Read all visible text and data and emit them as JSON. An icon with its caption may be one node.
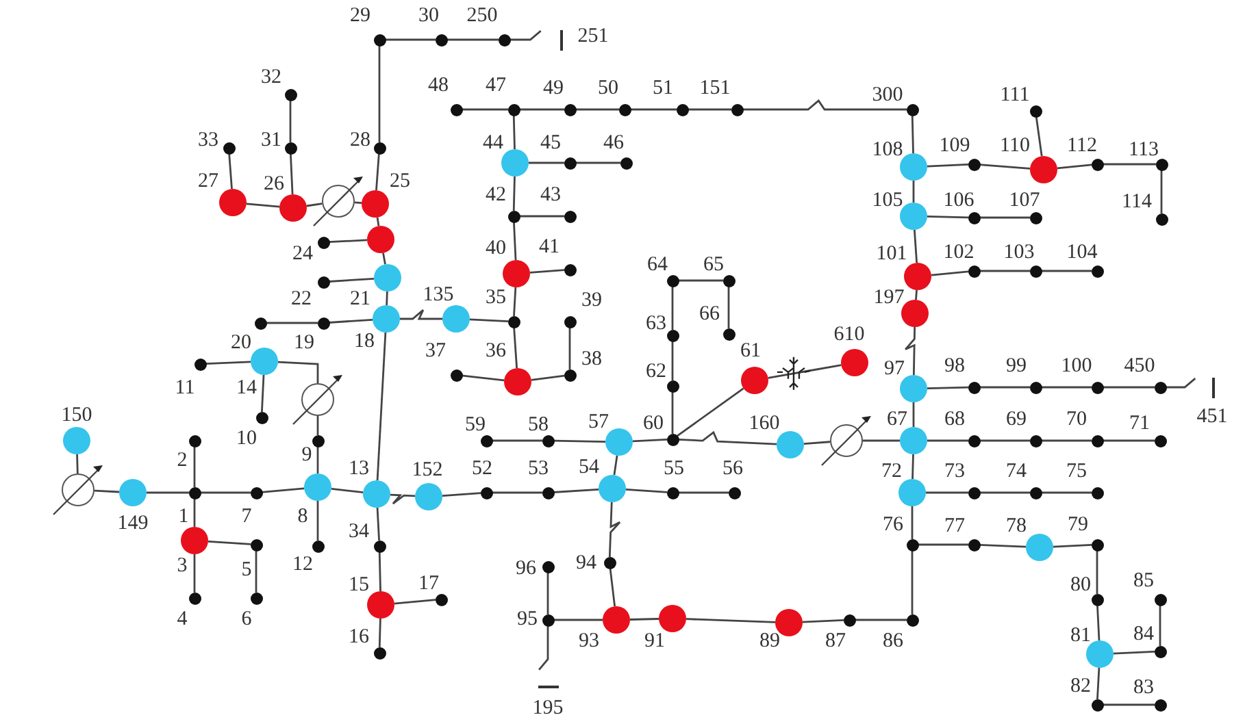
{
  "diagram": {
    "nodes": [
      {
        "text": [
          "29"
        ]
      },
      {
        "text": [
          "30"
        ]
      },
      {
        "text": [
          "250"
        ]
      },
      {
        "text": [
          "251"
        ]
      },
      {
        "text": [
          "32"
        ]
      },
      {
        "text": [
          "48"
        ]
      },
      {
        "text": [
          "47"
        ]
      },
      {
        "text": [
          "49"
        ]
      },
      {
        "text": [
          "50"
        ]
      },
      {
        "text": [
          "51"
        ]
      },
      {
        "text": [
          "151"
        ]
      },
      {
        "text": [
          "300"
        ]
      },
      {
        "text": [
          "111"
        ]
      },
      {
        "text": [
          "33"
        ]
      },
      {
        "text": [
          "31"
        ]
      },
      {
        "text": [
          "28"
        ]
      },
      {
        "text": [
          "44"
        ]
      },
      {
        "text": [
          "45"
        ]
      },
      {
        "text": [
          "46"
        ]
      },
      {
        "text": [
          "108"
        ]
      },
      {
        "text": [
          "109"
        ]
      },
      {
        "text": [
          "110"
        ]
      },
      {
        "text": [
          "112"
        ]
      },
      {
        "text": [
          "113"
        ]
      },
      {
        "text": [
          "27"
        ]
      },
      {
        "text": [
          "26"
        ]
      },
      {
        "text": [],
        "shape": "circle"
      },
      {
        "text": [
          "25"
        ]
      },
      {
        "text": [
          "42"
        ]
      },
      {
        "text": [
          "43"
        ]
      },
      {
        "text": [
          "105"
        ]
      },
      {
        "text": [
          "106"
        ]
      },
      {
        "text": [
          "107"
        ]
      },
      {
        "text": [
          "114"
        ]
      },
      {
        "text": [
          "24"
        ]
      },
      {
        "text": [],
        "shape": "circle"
      },
      {
        "text": [
          "40"
        ]
      },
      {
        "text": [
          "41"
        ]
      },
      {
        "text": [
          "101"
        ]
      },
      {
        "text": [
          "102"
        ]
      },
      {
        "text": [
          "103"
        ]
      },
      {
        "text": [
          "104"
        ]
      },
      {
        "text": [
          "21"
        ]
      },
      {
        "text": [
          "22"
        ]
      },
      {
        "text": [
          "64"
        ]
      },
      {
        "text": [
          "65"
        ]
      },
      {
        "text": [
          "197"
        ]
      },
      {
        "text": [
          "18"
        ]
      },
      {
        "text": [
          "19"
        ]
      },
      {
        "text": [
          "20"
        ]
      },
      {
        "text": [
          "135"
        ]
      },
      {
        "text": [
          "35"
        ]
      },
      {
        "text": [
          "39"
        ]
      },
      {
        "text": [
          "63"
        ]
      },
      {
        "text": [
          "66"
        ]
      },
      {
        "text": [
          "610"
        ]
      },
      {
        "text": [
          "61"
        ]
      },
      {
        "text": [
          "11"
        ]
      },
      {
        "text": [
          "14"
        ]
      },
      {
        "text": [],
        "shape": "circle"
      },
      {
        "text": [
          "37"
        ]
      },
      {
        "text": [
          "36"
        ]
      },
      {
        "text": [
          "38"
        ]
      },
      {
        "text": [
          "62"
        ]
      },
      {
        "text": [
          "97"
        ]
      },
      {
        "text": [
          "98"
        ]
      },
      {
        "text": [
          "99"
        ]
      },
      {
        "text": [
          "100"
        ]
      },
      {
        "text": [
          "450"
        ]
      },
      {
        "text": [
          "451"
        ]
      },
      {
        "text": [
          "10"
        ]
      },
      {
        "text": [
          "150"
        ]
      },
      {
        "text": [
          "2"
        ]
      },
      {
        "text": [
          "9"
        ]
      },
      {
        "text": [
          "59"
        ]
      },
      {
        "text": [
          "58"
        ]
      },
      {
        "text": [
          "57"
        ]
      },
      {
        "text": [
          "60"
        ]
      },
      {
        "text": [
          "160"
        ]
      },
      {
        "text": [],
        "shape": "circle"
      },
      {
        "text": [
          "67"
        ]
      },
      {
        "text": [
          "68"
        ]
      },
      {
        "text": [
          "69"
        ]
      },
      {
        "text": [
          "70"
        ]
      },
      {
        "text": [
          "71"
        ]
      },
      {
        "text": [],
        "shape": "circle"
      },
      {
        "text": [
          "149"
        ]
      },
      {
        "text": [
          "1"
        ]
      },
      {
        "text": [
          "7"
        ]
      },
      {
        "text": [
          "8"
        ]
      },
      {
        "text": [
          "13"
        ]
      },
      {
        "text": [
          "152"
        ]
      },
      {
        "text": [
          "52"
        ]
      },
      {
        "text": [
          "53"
        ]
      },
      {
        "text": [
          "54"
        ]
      },
      {
        "text": [
          "55"
        ]
      },
      {
        "text": [
          "56"
        ]
      },
      {
        "text": [
          "72"
        ]
      },
      {
        "text": [
          "73"
        ]
      },
      {
        "text": [
          "74"
        ]
      },
      {
        "text": [
          "75"
        ]
      },
      {
        "text": [
          "3"
        ]
      },
      {
        "text": [
          "5"
        ]
      },
      {
        "text": [
          "12"
        ]
      },
      {
        "text": [
          "34"
        ]
      },
      {
        "text": [
          "76"
        ]
      },
      {
        "text": [
          "77"
        ]
      },
      {
        "text": [
          "78"
        ]
      },
      {
        "text": [
          "79"
        ]
      },
      {
        "text": [
          "94"
        ]
      },
      {
        "text": [
          "96"
        ]
      },
      {
        "text": [
          "4"
        ]
      },
      {
        "text": [
          "6"
        ]
      },
      {
        "text": [
          "15"
        ]
      },
      {
        "text": [
          "17"
        ]
      },
      {
        "text": [
          "80"
        ]
      },
      {
        "text": [
          "85"
        ]
      },
      {
        "text": [
          "95"
        ]
      },
      {
        "text": [
          "93"
        ]
      },
      {
        "text": [
          "91"
        ]
      },
      {
        "text": [
          "89"
        ]
      },
      {
        "text": [
          "87"
        ]
      },
      {
        "text": [
          "86"
        ]
      },
      {
        "text": [
          "16"
        ]
      },
      {
        "text": [
          "81"
        ]
      },
      {
        "text": [
          "84"
        ]
      },
      {
        "text": [
          "82"
        ]
      },
      {
        "text": [
          "83"
        ]
      },
      {
        "text": [
          "195"
        ]
      }
    ],
    "edges": [
      {
        "from": 0,
        "to": 1,
        "arrow": "none"
      },
      {
        "from": 1,
        "to": 2,
        "arrow": "none"
      },
      {
        "from": 2,
        "to": 3,
        "arrow": "none"
      },
      {
        "from": 0,
        "to": 15,
        "arrow": "none"
      },
      {
        "from": 15,
        "to": 27,
        "arrow": "none"
      },
      {
        "from": 4,
        "to": 14,
        "arrow": "none"
      },
      {
        "from": 14,
        "to": 25,
        "arrow": "none"
      },
      {
        "from": 13,
        "to": 24,
        "arrow": "none"
      },
      {
        "from": 24,
        "to": 25,
        "arrow": "none"
      },
      {
        "from": 25,
        "to": 26,
        "arrow": "none"
      },
      {
        "from": 26,
        "to": 27,
        "arrow": "none"
      },
      {
        "from": 27,
        "to": 35,
        "arrow": "none"
      },
      {
        "from": 35,
        "to": 34,
        "arrow": "none"
      },
      {
        "from": 35,
        "to": 42,
        "arrow": "none"
      },
      {
        "from": 42,
        "to": 43,
        "arrow": "none"
      },
      {
        "from": 42,
        "to": 47,
        "arrow": "none"
      },
      {
        "from": 47,
        "to": 48,
        "arrow": "none"
      },
      {
        "from": 48,
        "to": 49,
        "arrow": "none"
      },
      {
        "from": 47,
        "to": 50,
        "arrow": "none"
      },
      {
        "from": 47,
        "to": 90,
        "arrow": "none"
      },
      {
        "from": 50,
        "to": 51,
        "arrow": "none"
      },
      {
        "from": 51,
        "to": 61,
        "arrow": "none"
      },
      {
        "from": 61,
        "to": 60,
        "arrow": "none"
      },
      {
        "from": 61,
        "to": 62,
        "arrow": "none"
      },
      {
        "from": 62,
        "to": 52,
        "arrow": "none"
      },
      {
        "from": 51,
        "to": 36,
        "arrow": "none"
      },
      {
        "from": 36,
        "to": 37,
        "arrow": "none"
      },
      {
        "from": 36,
        "to": 28,
        "arrow": "none"
      },
      {
        "from": 28,
        "to": 29,
        "arrow": "none"
      },
      {
        "from": 28,
        "to": 16,
        "arrow": "none"
      },
      {
        "from": 16,
        "to": 17,
        "arrow": "none"
      },
      {
        "from": 17,
        "to": 18,
        "arrow": "none"
      },
      {
        "from": 16,
        "to": 6,
        "arrow": "none"
      },
      {
        "from": 6,
        "to": 5,
        "arrow": "none"
      },
      {
        "from": 6,
        "to": 7,
        "arrow": "none"
      },
      {
        "from": 7,
        "to": 8,
        "arrow": "none"
      },
      {
        "from": 8,
        "to": 9,
        "arrow": "none"
      },
      {
        "from": 9,
        "to": 10,
        "arrow": "none"
      },
      {
        "from": 10,
        "to": 11,
        "arrow": "none"
      },
      {
        "from": 11,
        "to": 19,
        "arrow": "none"
      },
      {
        "from": 19,
        "to": 20,
        "arrow": "none"
      },
      {
        "from": 20,
        "to": 21,
        "arrow": "none"
      },
      {
        "from": 21,
        "to": 12,
        "arrow": "none"
      },
      {
        "from": 21,
        "to": 22,
        "arrow": "none"
      },
      {
        "from": 22,
        "to": 23,
        "arrow": "none"
      },
      {
        "from": 23,
        "to": 33,
        "arrow": "none"
      },
      {
        "from": 19,
        "to": 30,
        "arrow": "none"
      },
      {
        "from": 30,
        "to": 31,
        "arrow": "none"
      },
      {
        "from": 31,
        "to": 32,
        "arrow": "none"
      },
      {
        "from": 30,
        "to": 38,
        "arrow": "none"
      },
      {
        "from": 38,
        "to": 39,
        "arrow": "none"
      },
      {
        "from": 39,
        "to": 40,
        "arrow": "none"
      },
      {
        "from": 40,
        "to": 41,
        "arrow": "none"
      },
      {
        "from": 38,
        "to": 46,
        "arrow": "none"
      },
      {
        "from": 46,
        "to": 64,
        "arrow": "none"
      },
      {
        "from": 64,
        "to": 65,
        "arrow": "none"
      },
      {
        "from": 65,
        "to": 66,
        "arrow": "none"
      },
      {
        "from": 66,
        "to": 67,
        "arrow": "none"
      },
      {
        "from": 67,
        "to": 68,
        "arrow": "none"
      },
      {
        "from": 68,
        "to": 69,
        "arrow": "none"
      },
      {
        "from": 64,
        "to": 80,
        "arrow": "none"
      },
      {
        "from": 80,
        "to": 81,
        "arrow": "none"
      },
      {
        "from": 81,
        "to": 82,
        "arrow": "none"
      },
      {
        "from": 82,
        "to": 83,
        "arrow": "none"
      },
      {
        "from": 83,
        "to": 84,
        "arrow": "none"
      },
      {
        "from": 80,
        "to": 97,
        "arrow": "none"
      },
      {
        "from": 97,
        "to": 98,
        "arrow": "none"
      },
      {
        "from": 98,
        "to": 99,
        "arrow": "none"
      },
      {
        "from": 99,
        "to": 100,
        "arrow": "none"
      },
      {
        "from": 97,
        "to": 105,
        "arrow": "none"
      },
      {
        "from": 105,
        "to": 106,
        "arrow": "none"
      },
      {
        "from": 106,
        "to": 107,
        "arrow": "none"
      },
      {
        "from": 107,
        "to": 108,
        "arrow": "none"
      },
      {
        "from": 108,
        "to": 115,
        "arrow": "none"
      },
      {
        "from": 115,
        "to": 124,
        "arrow": "none"
      },
      {
        "from": 124,
        "to": 125,
        "arrow": "none"
      },
      {
        "from": 125,
        "to": 116,
        "arrow": "none"
      },
      {
        "from": 124,
        "to": 126,
        "arrow": "none"
      },
      {
        "from": 126,
        "to": 127,
        "arrow": "none"
      },
      {
        "from": 105,
        "to": 122,
        "arrow": "none"
      },
      {
        "from": 122,
        "to": 121,
        "arrow": "none"
      },
      {
        "from": 121,
        "to": 120,
        "arrow": "none"
      },
      {
        "from": 120,
        "to": 119,
        "arrow": "none"
      },
      {
        "from": 119,
        "to": 118,
        "arrow": "none"
      },
      {
        "from": 118,
        "to": 117,
        "arrow": "none"
      },
      {
        "from": 117,
        "to": 110,
        "arrow": "none"
      },
      {
        "from": 117,
        "to": 128,
        "arrow": "none"
      },
      {
        "from": 118,
        "to": 109,
        "arrow": "none"
      },
      {
        "from": 109,
        "to": 94,
        "arrow": "none"
      },
      {
        "from": 94,
        "to": 76,
        "arrow": "none"
      },
      {
        "from": 94,
        "to": 93,
        "arrow": "none"
      },
      {
        "from": 93,
        "to": 92,
        "arrow": "none"
      },
      {
        "from": 92,
        "to": 91,
        "arrow": "none"
      },
      {
        "from": 91,
        "to": 90,
        "arrow": "none"
      },
      {
        "from": 94,
        "to": 95,
        "arrow": "none"
      },
      {
        "from": 95,
        "to": 96,
        "arrow": "none"
      },
      {
        "from": 76,
        "to": 75,
        "arrow": "none"
      },
      {
        "from": 75,
        "to": 74,
        "arrow": "none"
      },
      {
        "from": 76,
        "to": 77,
        "arrow": "none"
      },
      {
        "from": 77,
        "to": 63,
        "arrow": "none"
      },
      {
        "from": 63,
        "to": 53,
        "arrow": "none"
      },
      {
        "from": 53,
        "to": 44,
        "arrow": "none"
      },
      {
        "from": 44,
        "to": 45,
        "arrow": "none"
      },
      {
        "from": 45,
        "to": 54,
        "arrow": "none"
      },
      {
        "from": 77,
        "to": 56,
        "arrow": "none"
      },
      {
        "from": 56,
        "to": 55,
        "arrow": "none"
      },
      {
        "from": 77,
        "to": 78,
        "arrow": "none"
      },
      {
        "from": 78,
        "to": 79,
        "arrow": "none"
      },
      {
        "from": 79,
        "to": 80,
        "arrow": "none"
      },
      {
        "from": 90,
        "to": 89,
        "arrow": "none"
      },
      {
        "from": 89,
        "to": 88,
        "arrow": "none"
      },
      {
        "from": 88,
        "to": 87,
        "arrow": "none"
      },
      {
        "from": 87,
        "to": 86,
        "arrow": "none"
      },
      {
        "from": 86,
        "to": 85,
        "arrow": "none"
      },
      {
        "from": 85,
        "to": 71,
        "arrow": "none"
      },
      {
        "from": 87,
        "to": 72,
        "arrow": "none"
      },
      {
        "from": 87,
        "to": 101,
        "arrow": "none"
      },
      {
        "from": 101,
        "to": 111,
        "arrow": "none"
      },
      {
        "from": 101,
        "to": 102,
        "arrow": "none"
      },
      {
        "from": 102,
        "to": 112,
        "arrow": "none"
      },
      {
        "from": 89,
        "to": 103,
        "arrow": "none"
      },
      {
        "from": 89,
        "to": 73,
        "arrow": "none"
      },
      {
        "from": 73,
        "to": 59,
        "arrow": "none"
      },
      {
        "from": 59,
        "to": 58,
        "arrow": "none"
      },
      {
        "from": 58,
        "to": 57,
        "arrow": "none"
      },
      {
        "from": 58,
        "to": 70,
        "arrow": "none"
      },
      {
        "from": 90,
        "to": 104,
        "arrow": "none"
      },
      {
        "from": 104,
        "to": 113,
        "arrow": "none"
      },
      {
        "from": 113,
        "to": 123,
        "arrow": "none"
      },
      {
        "from": 113,
        "to": 114,
        "arrow": "none"
      }
    ]
  }
}
